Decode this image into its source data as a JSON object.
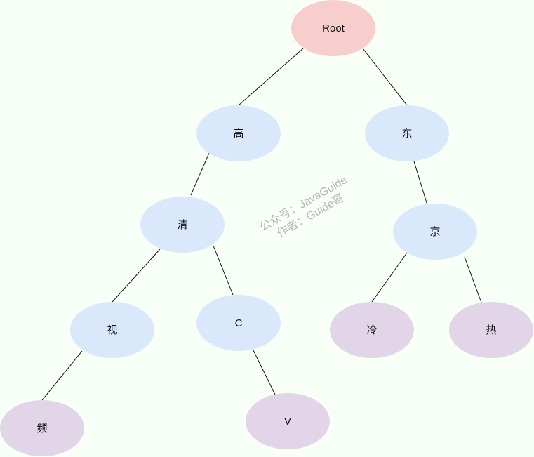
{
  "colors": {
    "background": "#f7fff7",
    "root": "#f8cecc",
    "inner": "#dae8fc",
    "leaf": "#e1d5e7",
    "edge": "#111111",
    "watermark": "#b7b7b7"
  },
  "watermark": {
    "line1": "公众号：JavaGuide",
    "line2": "作者：Guide哥"
  },
  "nodes": [
    {
      "id": "root",
      "label": "Root",
      "kind": "root"
    },
    {
      "id": "gao",
      "label": "高",
      "kind": "inner"
    },
    {
      "id": "dong",
      "label": "东",
      "kind": "inner"
    },
    {
      "id": "qing",
      "label": "清",
      "kind": "inner"
    },
    {
      "id": "jing",
      "label": "京",
      "kind": "inner"
    },
    {
      "id": "shi",
      "label": "视",
      "kind": "inner"
    },
    {
      "id": "c",
      "label": "C",
      "kind": "inner"
    },
    {
      "id": "leng",
      "label": "冷",
      "kind": "leaf"
    },
    {
      "id": "re",
      "label": "热",
      "kind": "leaf"
    },
    {
      "id": "pin",
      "label": "频",
      "kind": "leaf"
    },
    {
      "id": "v",
      "label": "V",
      "kind": "leaf"
    }
  ],
  "edges": [
    {
      "from": "root",
      "to": "gao"
    },
    {
      "from": "root",
      "to": "dong"
    },
    {
      "from": "gao",
      "to": "qing"
    },
    {
      "from": "dong",
      "to": "jing"
    },
    {
      "from": "qing",
      "to": "shi"
    },
    {
      "from": "qing",
      "to": "c"
    },
    {
      "from": "jing",
      "to": "leng"
    },
    {
      "from": "jing",
      "to": "re"
    },
    {
      "from": "shi",
      "to": "pin"
    },
    {
      "from": "c",
      "to": "v"
    }
  ]
}
